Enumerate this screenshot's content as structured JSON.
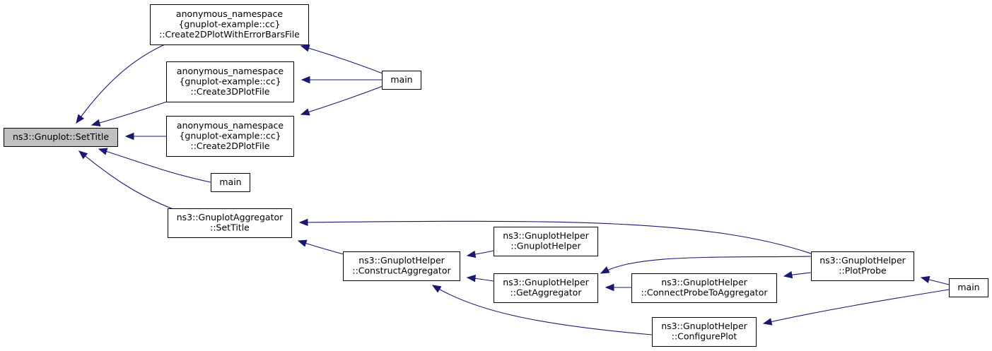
{
  "colors": {
    "edge": "#191970",
    "root_fill": "#bfbfbf",
    "node_fill": "#ffffff",
    "node_border": "#000000"
  },
  "nodes": [
    {
      "id": "settitle",
      "lines": [
        "ns3::Gnuplot::SetTitle"
      ],
      "root": true
    },
    {
      "id": "create2d_err",
      "lines": [
        "anonymous_namespace",
        "{gnuplot-example::cc}",
        "::Create2DPlotWithErrorBarsFile"
      ]
    },
    {
      "id": "create3d",
      "lines": [
        "anonymous_namespace",
        "{gnuplot-example::cc}",
        "::Create3DPlotFile"
      ]
    },
    {
      "id": "create2d",
      "lines": [
        "anonymous_namespace",
        "{gnuplot-example::cc}",
        "::Create2DPlotFile"
      ]
    },
    {
      "id": "main_a",
      "lines": [
        "main"
      ]
    },
    {
      "id": "main_b",
      "lines": [
        "main"
      ]
    },
    {
      "id": "agg_settitle",
      "lines": [
        "ns3::GnuplotAggregator",
        "::SetTitle"
      ]
    },
    {
      "id": "construct_agg",
      "lines": [
        "ns3::GnuplotHelper",
        "::ConstructAggregator"
      ]
    },
    {
      "id": "helper_ctor",
      "lines": [
        "ns3::GnuplotHelper",
        "::GnuplotHelper"
      ]
    },
    {
      "id": "get_agg",
      "lines": [
        "ns3::GnuplotHelper",
        "::GetAggregator"
      ]
    },
    {
      "id": "connect_probe",
      "lines": [
        "ns3::GnuplotHelper",
        "::ConnectProbeToAggregator"
      ]
    },
    {
      "id": "plot_probe",
      "lines": [
        "ns3::GnuplotHelper",
        "::PlotProbe"
      ]
    },
    {
      "id": "configure_plot",
      "lines": [
        "ns3::GnuplotHelper",
        "::ConfigurePlot"
      ]
    },
    {
      "id": "main_c",
      "lines": [
        "main"
      ]
    }
  ],
  "edges": [
    {
      "from": "create2d_err",
      "to": "settitle"
    },
    {
      "from": "create3d",
      "to": "settitle"
    },
    {
      "from": "create2d",
      "to": "settitle"
    },
    {
      "from": "main_b",
      "to": "settitle"
    },
    {
      "from": "agg_settitle",
      "to": "settitle"
    },
    {
      "from": "main_a",
      "to": "create2d_err"
    },
    {
      "from": "main_a",
      "to": "create3d"
    },
    {
      "from": "main_a",
      "to": "create2d"
    },
    {
      "from": "plot_probe",
      "to": "agg_settitle"
    },
    {
      "from": "construct_agg",
      "to": "agg_settitle"
    },
    {
      "from": "helper_ctor",
      "to": "construct_agg"
    },
    {
      "from": "get_agg",
      "to": "construct_agg"
    },
    {
      "from": "configure_plot",
      "to": "construct_agg"
    },
    {
      "from": "plot_probe",
      "to": "get_agg"
    },
    {
      "from": "connect_probe",
      "to": "get_agg"
    },
    {
      "from": "plot_probe",
      "to": "connect_probe"
    },
    {
      "from": "main_c",
      "to": "plot_probe"
    },
    {
      "from": "main_c",
      "to": "configure_plot"
    }
  ]
}
